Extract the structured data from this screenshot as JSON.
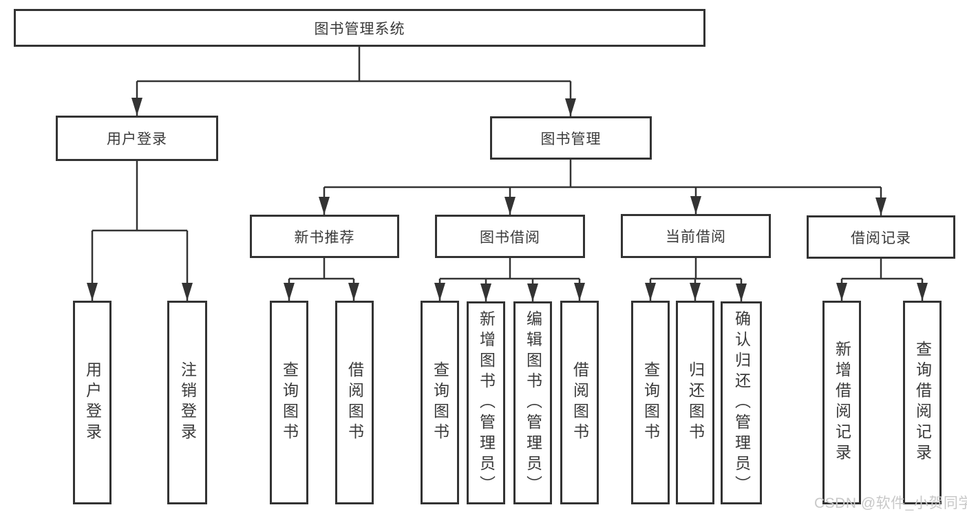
{
  "diagram": {
    "nodes": {
      "root": {
        "label": "图书管理系统"
      },
      "level2": [
        {
          "label": "用户登录"
        },
        {
          "label": "图书管理"
        }
      ],
      "level3": [
        {
          "label": "新书推荐"
        },
        {
          "label": "图书借阅"
        },
        {
          "label": "当前借阅"
        },
        {
          "label": "借阅记录"
        }
      ],
      "leaves": [
        {
          "label": "用户登录"
        },
        {
          "label": "注销登录"
        },
        {
          "label": "查询图书"
        },
        {
          "label": "借阅图书"
        },
        {
          "label": "查询图书"
        },
        {
          "label": "新增图书（管理员）"
        },
        {
          "label": "编辑图书（管理员）"
        },
        {
          "label": "借阅图书"
        },
        {
          "label": "查询图书"
        },
        {
          "label": "归还图书"
        },
        {
          "label": "确认归还（管理员）"
        },
        {
          "label": "新增借阅记录"
        },
        {
          "label": "查询借阅记录"
        }
      ]
    },
    "colors": {
      "line": "#333333",
      "box_border": "#333333",
      "text": "#3a3a3a",
      "background": "#ffffff",
      "watermark": "#c8c8c8"
    },
    "watermark": {
      "text": "CSDN @软件_小贺同学"
    }
  }
}
